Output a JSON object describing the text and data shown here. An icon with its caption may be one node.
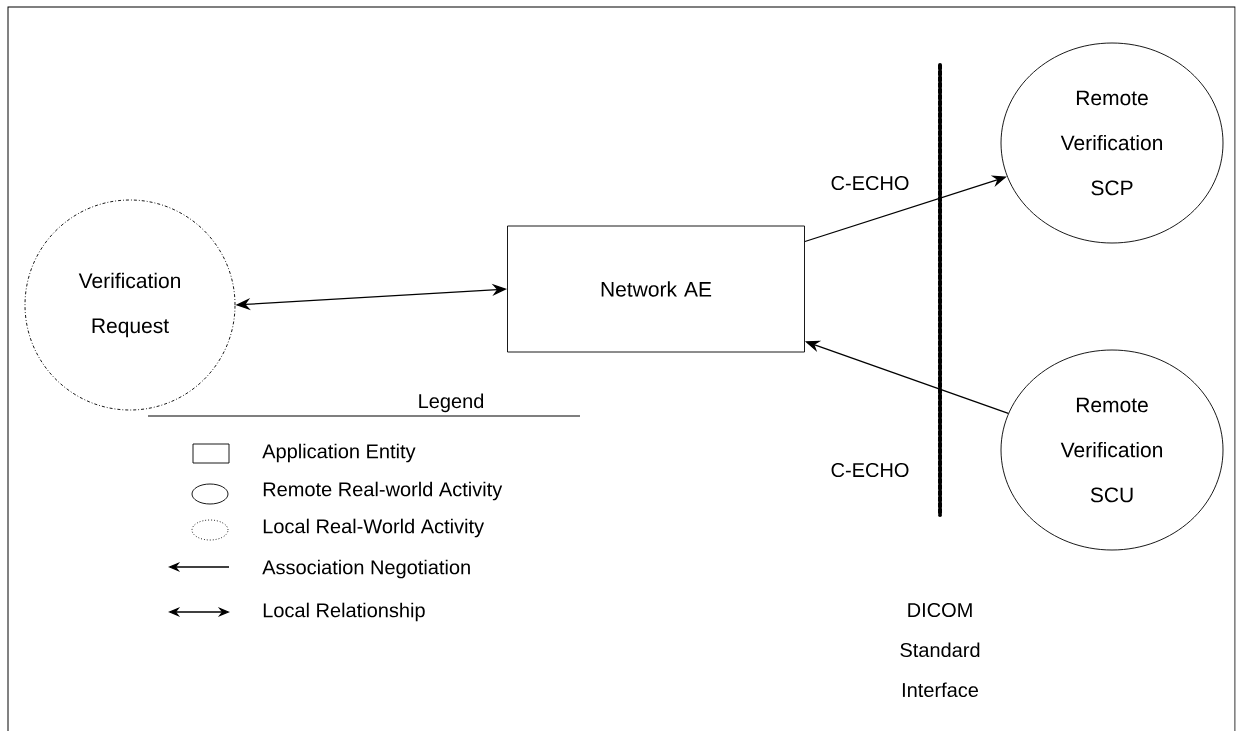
{
  "diagram": {
    "nodes": [
      {
        "text": [
          "Verification Request"
        ]
      },
      {
        "text": [
          "Network AE"
        ]
      },
      {
        "text": [
          "Remote Verification SCP"
        ]
      },
      {
        "text": [
          "Remote Verification SCU"
        ]
      }
    ],
    "edges": [
      {
        "from": 0,
        "to": 1,
        "arrow": "both"
      },
      {
        "from": 1,
        "to": 2,
        "arrow": "to",
        "label": "C-ECHO"
      },
      {
        "from": 3,
        "to": 1,
        "arrow": "to",
        "label": "C-ECHO"
      }
    ],
    "labels": [
      "Legend",
      "DICOM Standard Interface"
    ],
    "legend": [
      {
        "text": "Application Entity"
      },
      {
        "text": "Remote Real-world Activity"
      },
      {
        "text": "Local Real-World Activity"
      },
      {
        "text": "Association Negotiation"
      },
      {
        "text": "Local Relationship"
      }
    ]
  }
}
